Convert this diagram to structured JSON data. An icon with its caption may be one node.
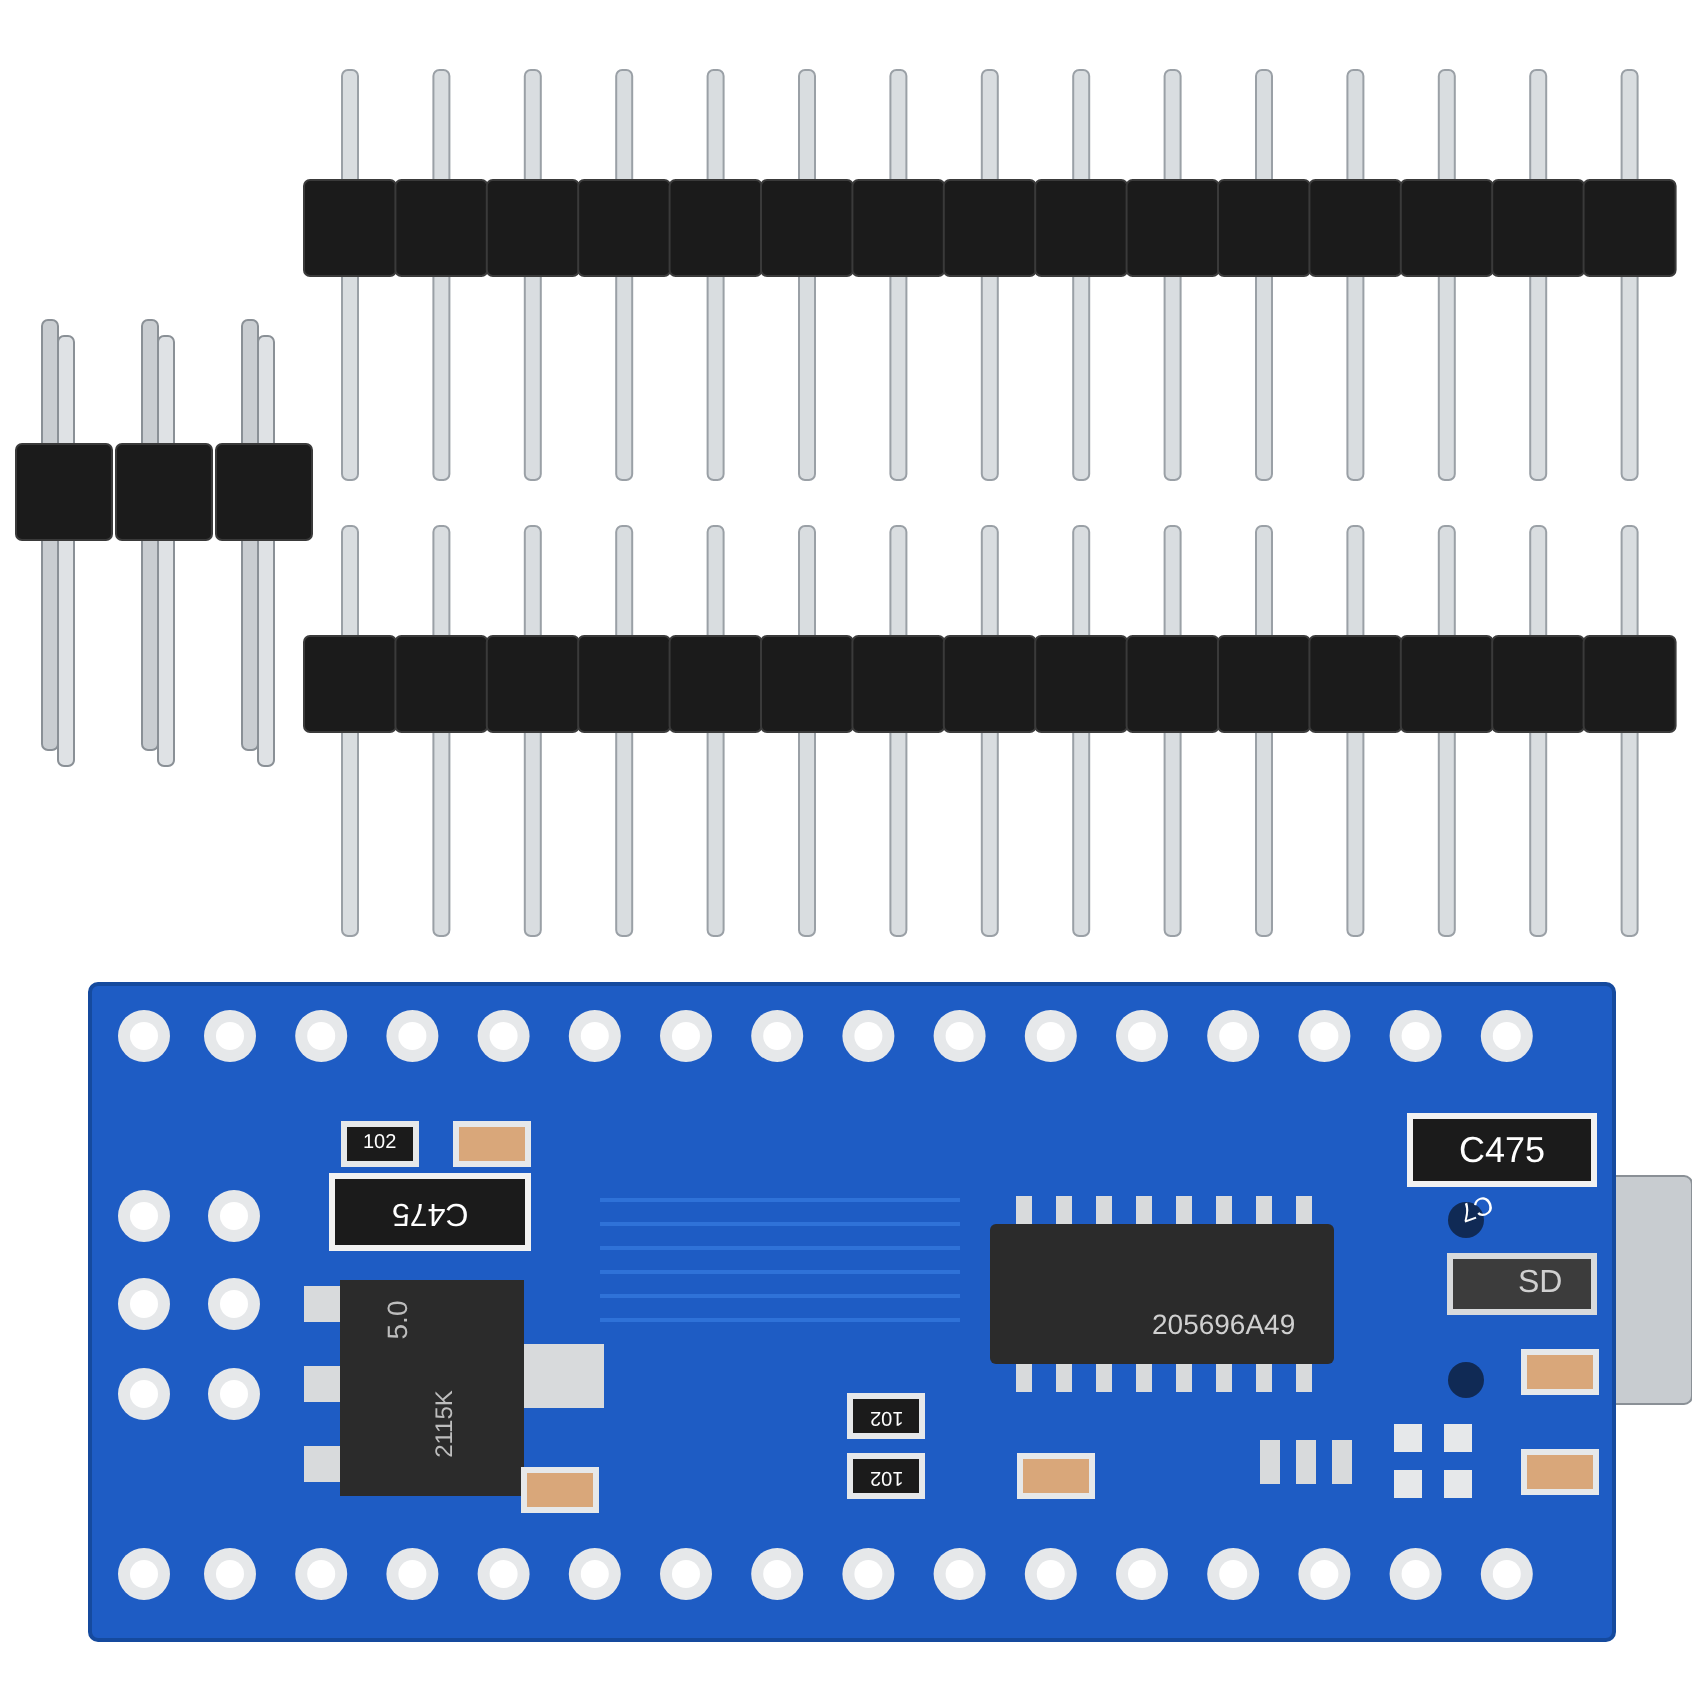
{
  "diagram": {
    "labels": [
      "102",
      "C475",
      "C475",
      "C7",
      "SD",
      "5.0",
      "205696A49",
      "2115K",
      "102",
      "102"
    ]
  }
}
